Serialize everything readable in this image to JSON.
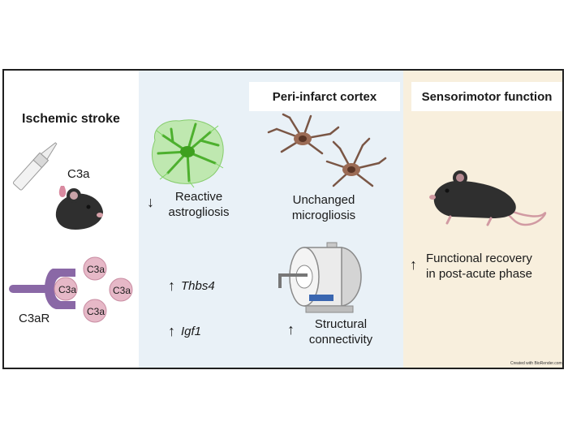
{
  "headers": {
    "ischemic_stroke": "Ischemic stroke",
    "peri_infarct": "Peri-infarct cortex",
    "sensorimotor": "Sensorimotor function"
  },
  "left_panel": {
    "c3a_injection_label": "C3a",
    "receptor_label": "C3aR",
    "bound_ligand_label": "C3a",
    "free_ligands": [
      "C3a",
      "C3a",
      "C3a"
    ]
  },
  "effects": {
    "astrogliosis": {
      "arrow": "↓",
      "line1": "Reactive",
      "line2": "astrogliosis"
    },
    "microgliosis": {
      "line1": "Unchanged",
      "line2": "microgliosis"
    },
    "thbs4": {
      "arrow": "↑",
      "text": "Thbs4"
    },
    "igf1": {
      "arrow": "↑",
      "text": "Igf1"
    },
    "connectivity": {
      "arrow": "↑",
      "line1": "Structural",
      "line2": "connectivity"
    },
    "recovery": {
      "arrow": "↑",
      "line1": "Functional recovery",
      "line2": "in post-acute phase"
    }
  },
  "credit": "Created with BioRender.com",
  "colors": {
    "frame": "#1f1f1f",
    "panel_blue": "#e9f1f7",
    "panel_beige": "#f8efdd",
    "receptor_purple": "#8a68a6",
    "ligand_pink": "#e6b8c7",
    "astrocyte_green": "#5fc242",
    "microglia_brown": "#7a5645",
    "mouse_dark": "#2f2f2f"
  }
}
